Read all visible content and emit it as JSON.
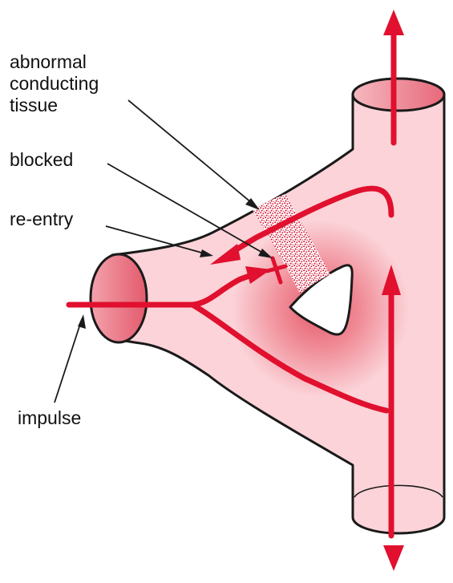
{
  "labels": {
    "abnormal_line1": "abnormal",
    "abnormal_line2": "conducting",
    "abnormal_line3": "tissue",
    "blocked": "blocked",
    "reentry": "re-entry",
    "impulse": "impulse"
  },
  "colors": {
    "tissue_light": "#fbd3d8",
    "tissue_mid": "#f08b96",
    "tissue_dark": "#e5596a",
    "pathway": "#e0102e",
    "outline": "#1a1a1a",
    "text": "#111111"
  }
}
